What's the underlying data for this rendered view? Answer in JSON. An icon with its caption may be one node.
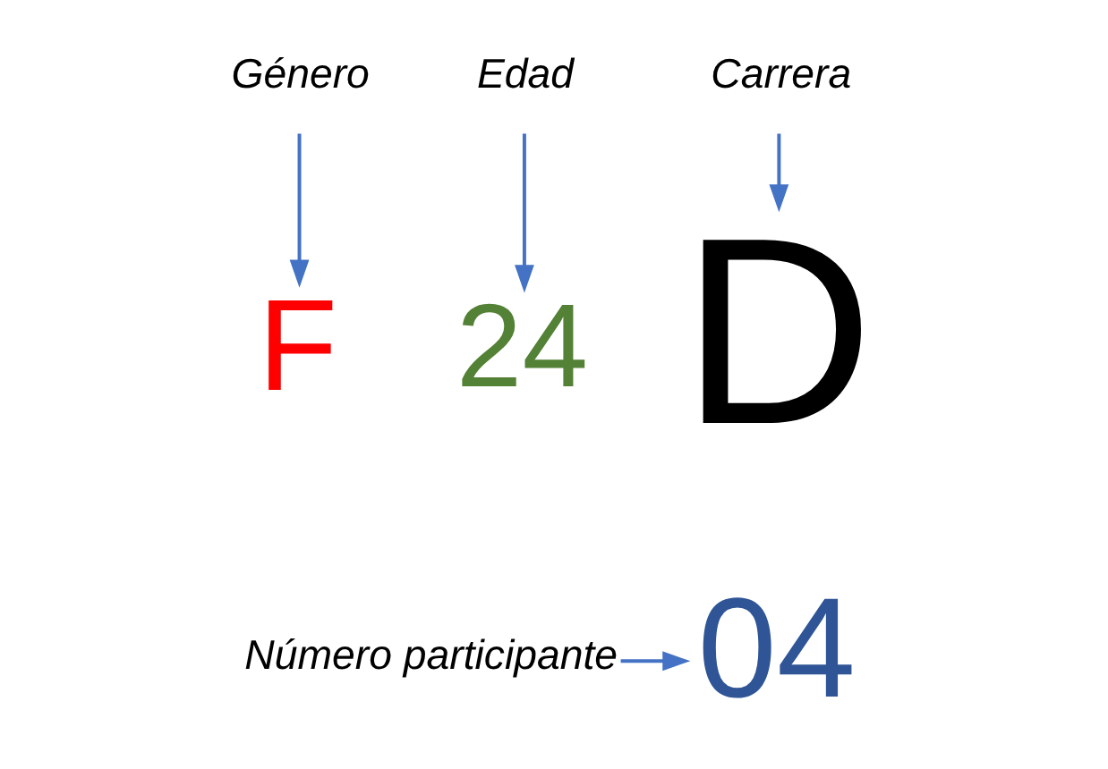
{
  "diagram": {
    "nodes": [
      {
        "text": [
          "Género"
        ]
      },
      {
        "text": [
          "Edad"
        ]
      },
      {
        "text": [
          "Carrera"
        ]
      },
      {
        "text": [
          "F"
        ]
      },
      {
        "text": [
          "24"
        ]
      },
      {
        "text": [
          "D"
        ]
      },
      {
        "text": [
          "Número participante"
        ]
      },
      {
        "text": [
          "04"
        ]
      }
    ],
    "edges": [
      {
        "from": 0,
        "to": 3,
        "arrow": "to"
      },
      {
        "from": 1,
        "to": 4,
        "arrow": "to"
      },
      {
        "from": 2,
        "to": 5,
        "arrow": "to"
      },
      {
        "from": 6,
        "to": 7,
        "arrow": "to"
      }
    ]
  }
}
